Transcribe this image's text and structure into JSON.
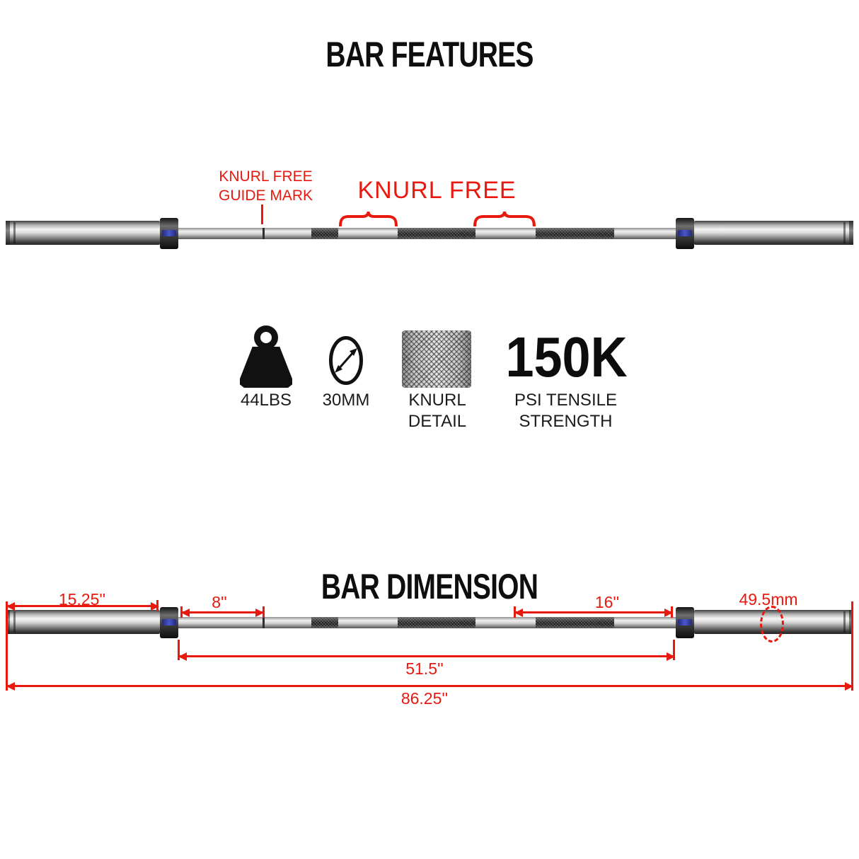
{
  "colors": {
    "red": "#e8190f",
    "text": "#1b1b1b",
    "title": "#0e0e0e"
  },
  "features": {
    "title": "BAR FEATURES",
    "guide_mark_label": {
      "line1": "KNURL FREE",
      "line2": "GUIDE MARK"
    },
    "knurl_free_label": "KNURL FREE",
    "specs": {
      "weight": "44LBS",
      "diameter": "30MM",
      "knurl": {
        "line1": "KNURL",
        "line2": "DETAIL"
      },
      "tensile_value": "150K",
      "tensile": {
        "line1": "PSI TENSILE",
        "line2": "STRENGTH"
      }
    }
  },
  "dimensions": {
    "title": "BAR DIMENSION",
    "sleeve_length": "15.25''",
    "collar_to_guide_mark": "8''",
    "knurl_to_collar": "16''",
    "sleeve_diameter": "49.5mm",
    "between_collars": "51.5''",
    "overall_length": "86.25''"
  }
}
